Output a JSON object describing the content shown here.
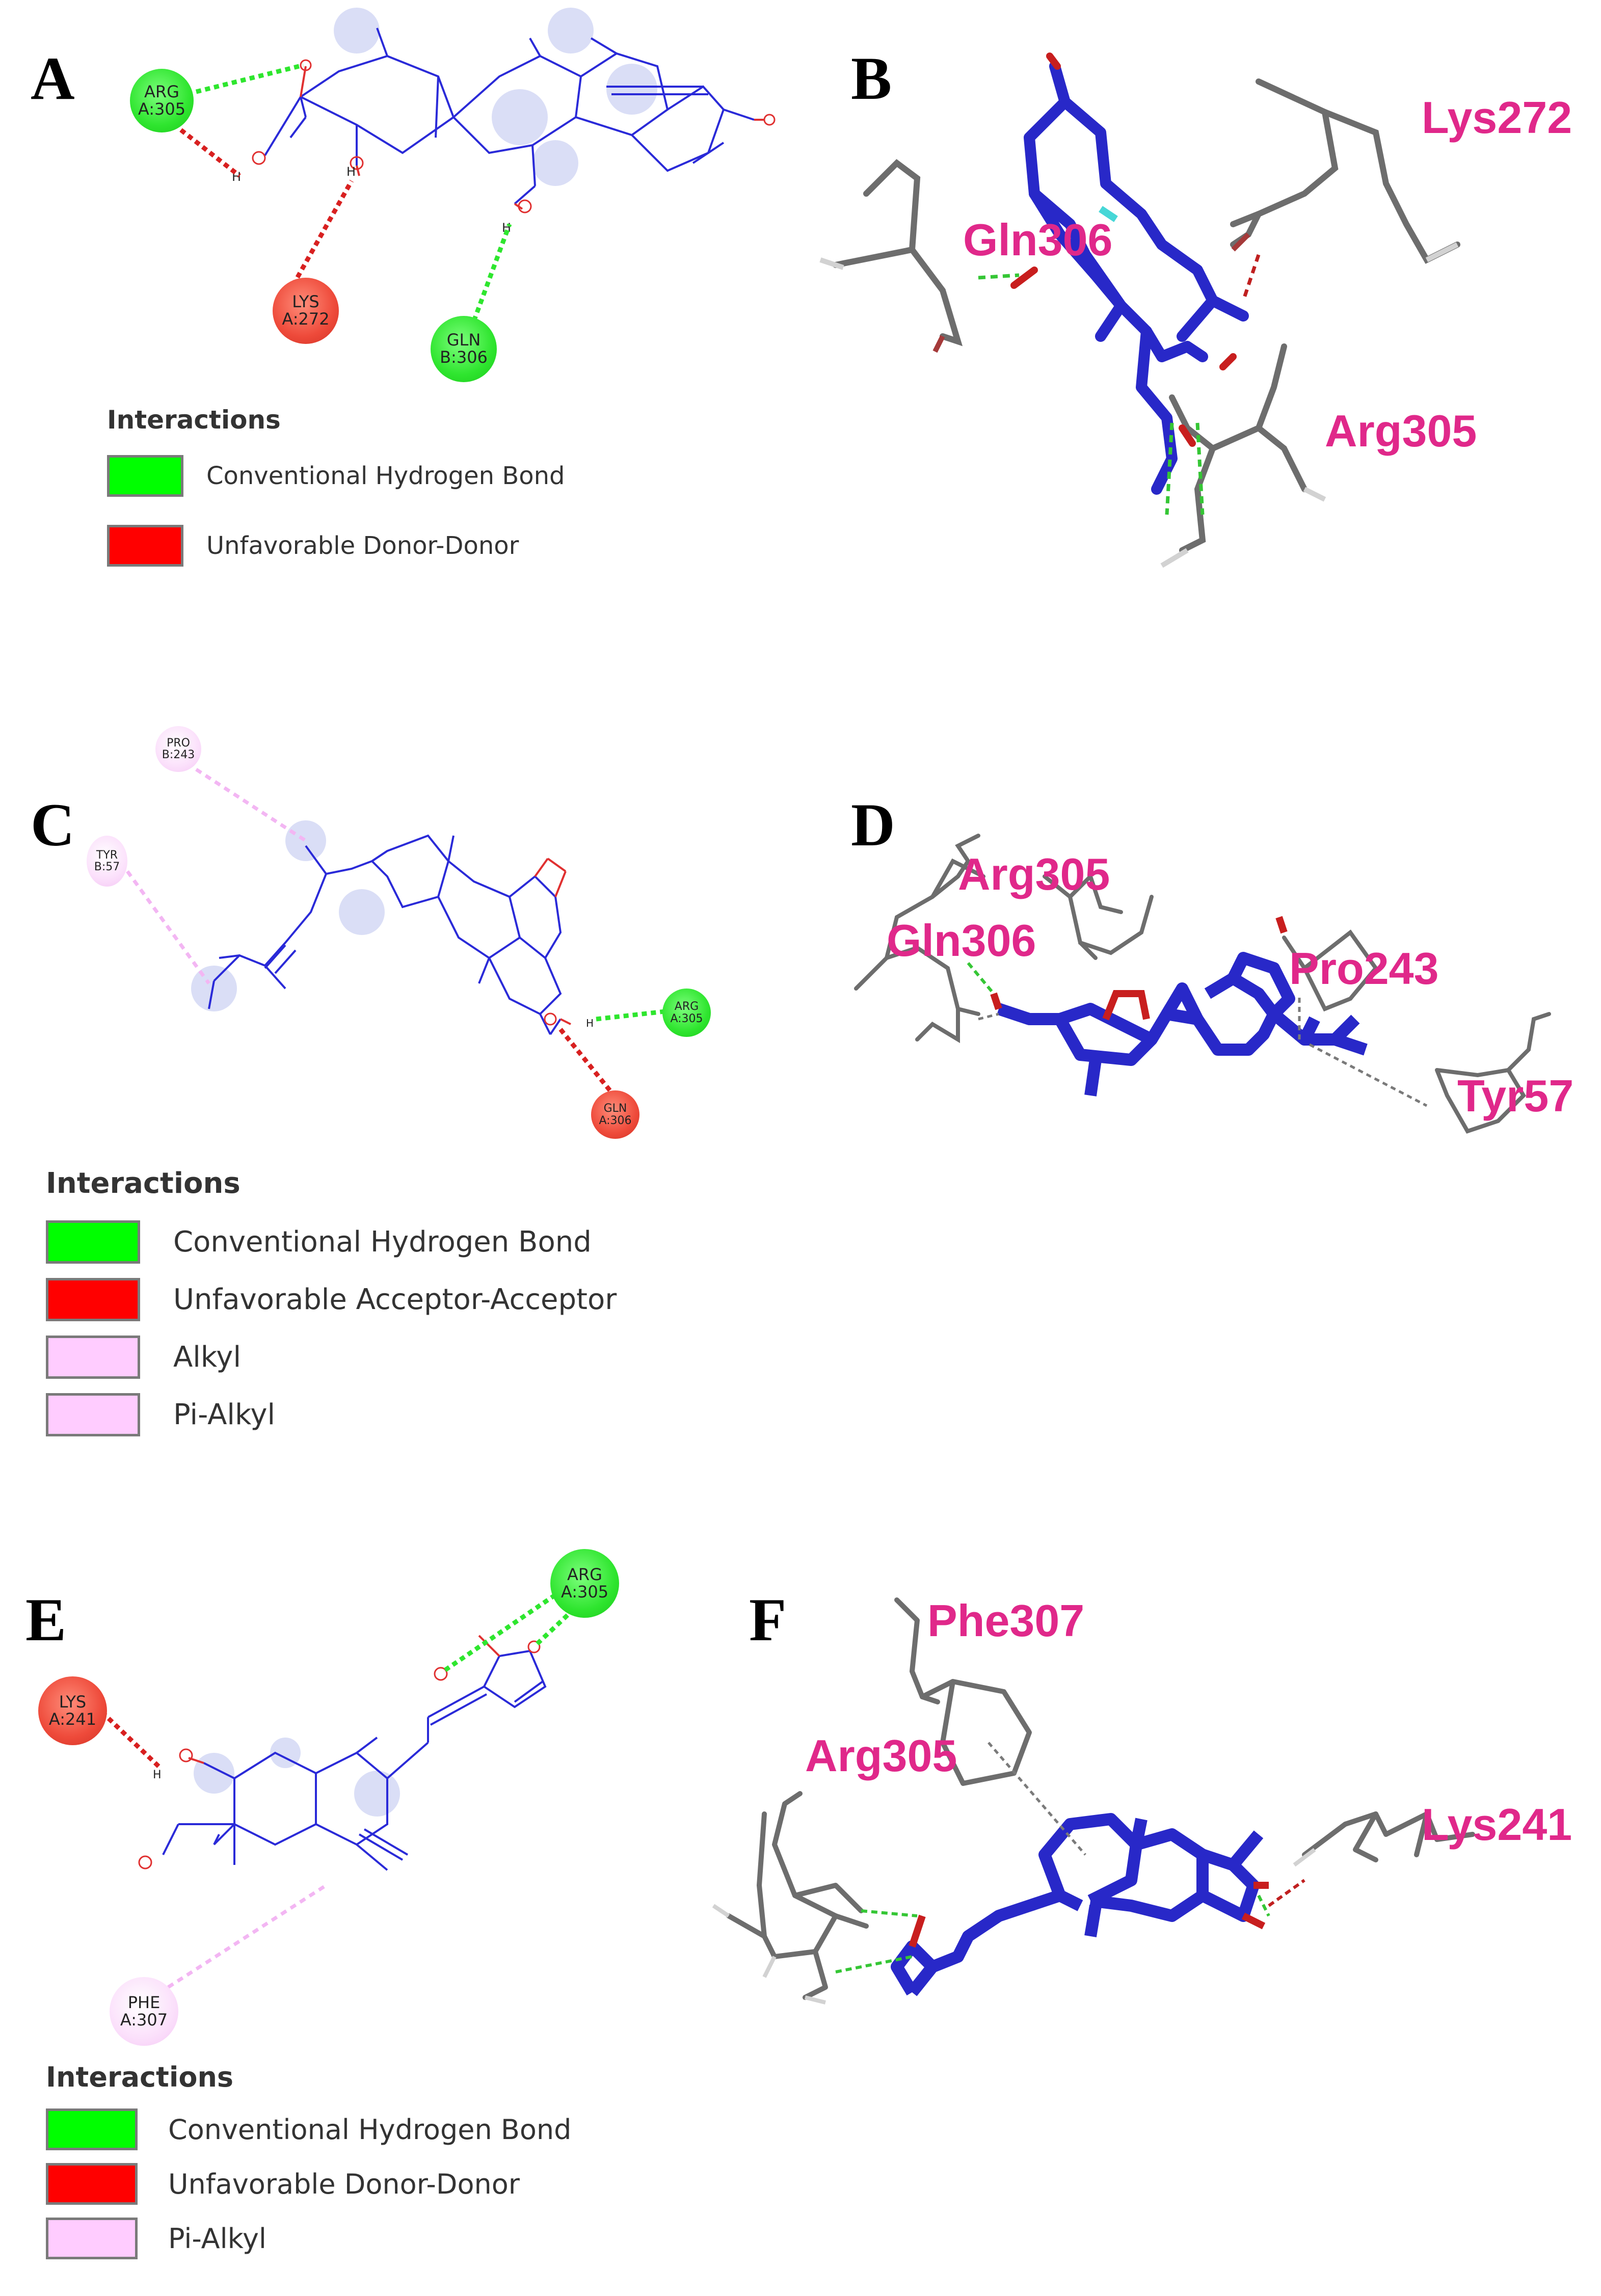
{
  "panels": {
    "A": {
      "letter": "A",
      "residues": [
        {
          "line1": "ARG",
          "line2": "A:305",
          "type": "green"
        },
        {
          "line1": "LYS",
          "line2": "A:272",
          "type": "red"
        },
        {
          "line1": "GLN",
          "line2": "B:306",
          "type": "green"
        }
      ],
      "legend": {
        "title": "Interactions",
        "items": [
          {
            "label": "Conventional Hydrogen Bond",
            "color": "#00ff00"
          },
          {
            "label": "Unfavorable Donor-Donor",
            "color": "#ff0000"
          }
        ]
      }
    },
    "B": {
      "letter": "B",
      "labels": [
        "Lys272",
        "Gln306",
        "Arg305"
      ]
    },
    "C": {
      "letter": "C",
      "residues": [
        {
          "line1": "PRO",
          "line2": "B:243",
          "type": "pink"
        },
        {
          "line1": "TYR",
          "line2": "B:57",
          "type": "pink"
        },
        {
          "line1": "ARG",
          "line2": "A:305",
          "type": "green"
        },
        {
          "line1": "GLN",
          "line2": "A:306",
          "type": "red"
        }
      ],
      "legend": {
        "title": "Interactions",
        "items": [
          {
            "label": "Conventional Hydrogen Bond",
            "color": "#00ff00"
          },
          {
            "label": "Unfavorable Acceptor-Acceptor",
            "color": "#ff0000"
          },
          {
            "label": "Alkyl",
            "color": "#ffccff"
          },
          {
            "label": "Pi-Alkyl",
            "color": "#ffccff"
          }
        ]
      }
    },
    "D": {
      "letter": "D",
      "labels": [
        "Arg305",
        "Gln306",
        "Pro243",
        "Tyr57"
      ]
    },
    "E": {
      "letter": "E",
      "residues": [
        {
          "line1": "ARG",
          "line2": "A:305",
          "type": "green"
        },
        {
          "line1": "LYS",
          "line2": "A:241",
          "type": "red"
        },
        {
          "line1": "PHE",
          "line2": "A:307",
          "type": "pink"
        }
      ],
      "legend": {
        "title": "Interactions",
        "items": [
          {
            "label": "Conventional Hydrogen Bond",
            "color": "#00ff00"
          },
          {
            "label": "Unfavorable Donor-Donor",
            "color": "#ff0000"
          },
          {
            "label": "Pi-Alkyl",
            "color": "#ffccff"
          }
        ]
      }
    },
    "F": {
      "letter": "F",
      "labels": [
        "Phe307",
        "Arg305",
        "Lys241"
      ]
    }
  }
}
